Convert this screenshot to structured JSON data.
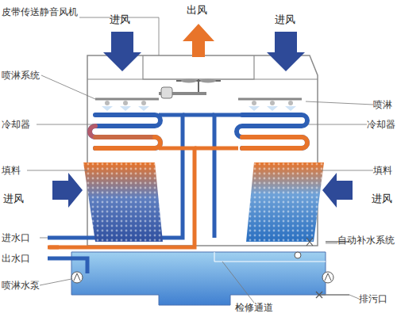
{
  "diagram": {
    "labels": [
      "皮带传送静音风机",
      "进风",
      "出风",
      "进风",
      "喷淋系统",
      "喷淋",
      "冷却器",
      "冷却器",
      "填料",
      "填料",
      "进风",
      "进风",
      "进水口",
      "自动补水系统",
      "出水口",
      "喷淋水泵",
      "检修通道",
      "排污口"
    ]
  }
}
